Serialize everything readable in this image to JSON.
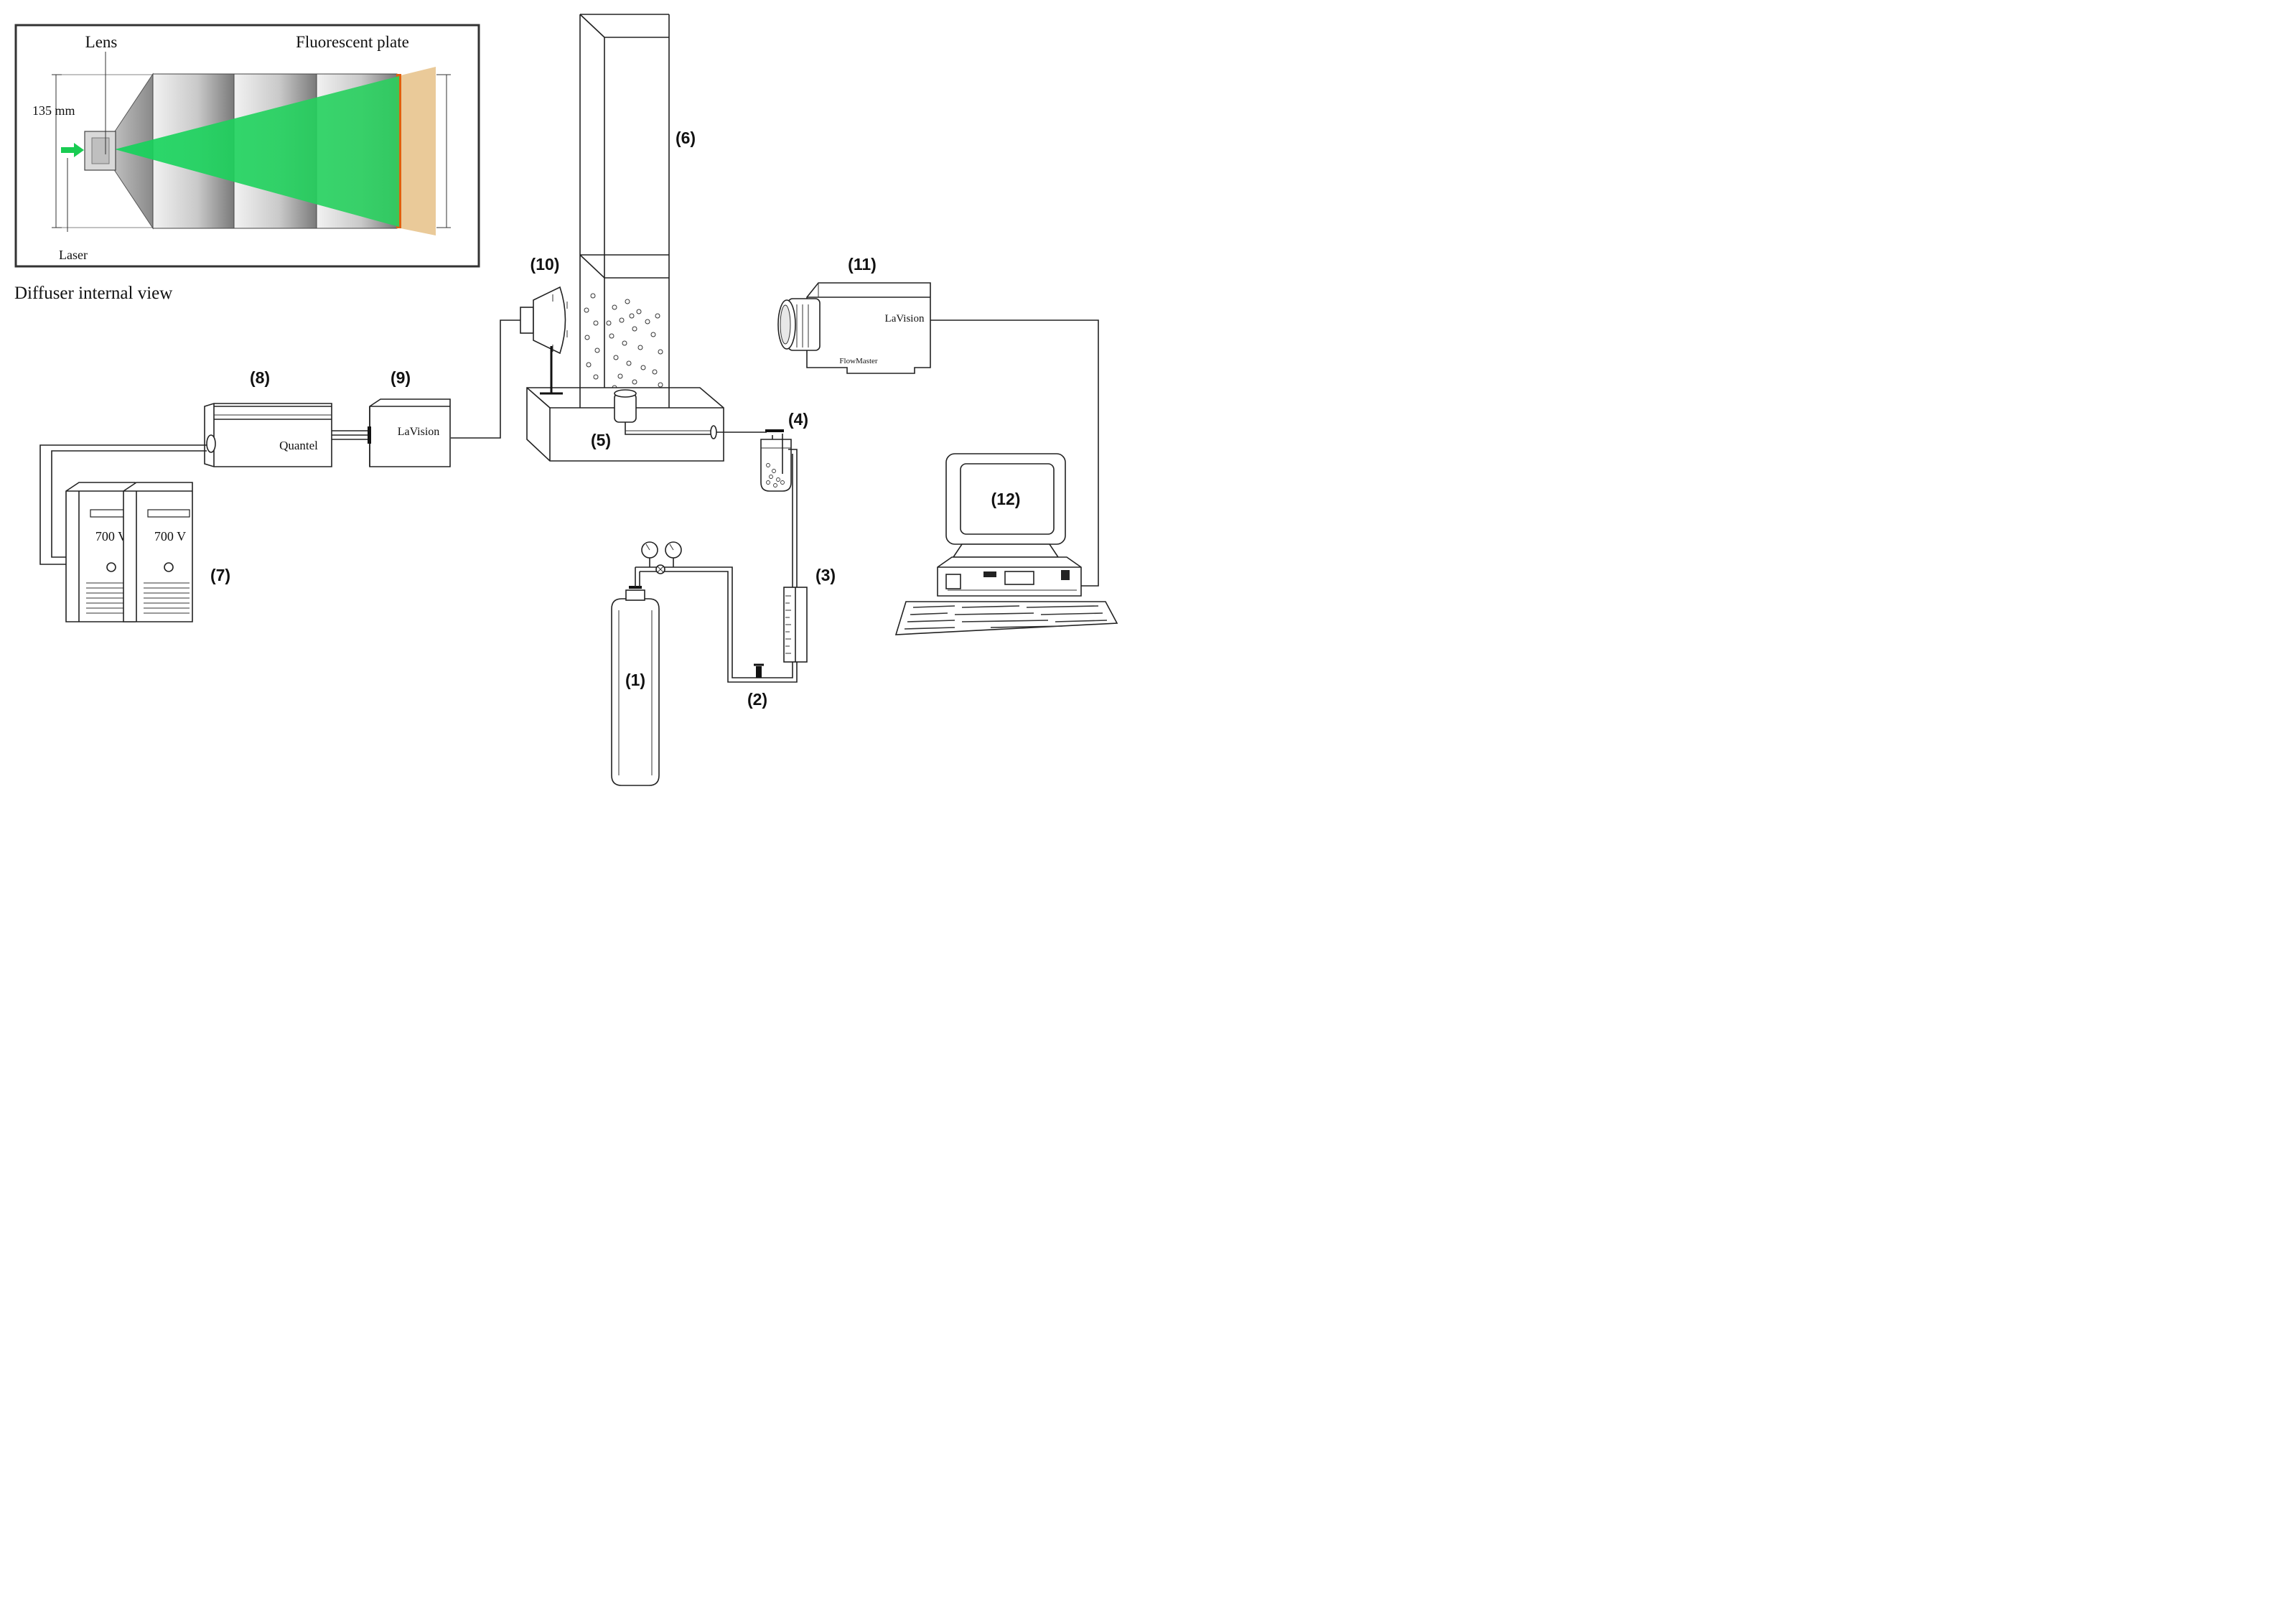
{
  "inset": {
    "lens_label": "Lens",
    "plate_label": "Fluorescent plate",
    "dimension_label": "135 mm",
    "laser_label": "Laser",
    "caption": "Diffuser internal view"
  },
  "components": {
    "c1": "(1)",
    "c2": "(2)",
    "c3": "(3)",
    "c4": "(4)",
    "c5": "(5)",
    "c6": "(6)",
    "c7": "(7)",
    "c8": "(8)",
    "c9": "(9)",
    "c10": "(10)",
    "c11": "(11)",
    "c12": "(12)"
  },
  "device_text": {
    "laser_brand": "Quantel",
    "sync_brand": "LaVision",
    "camera_brand": "LaVision",
    "camera_model": "FlowMaster",
    "psu_left": "700 V",
    "psu_right": "700 V"
  }
}
